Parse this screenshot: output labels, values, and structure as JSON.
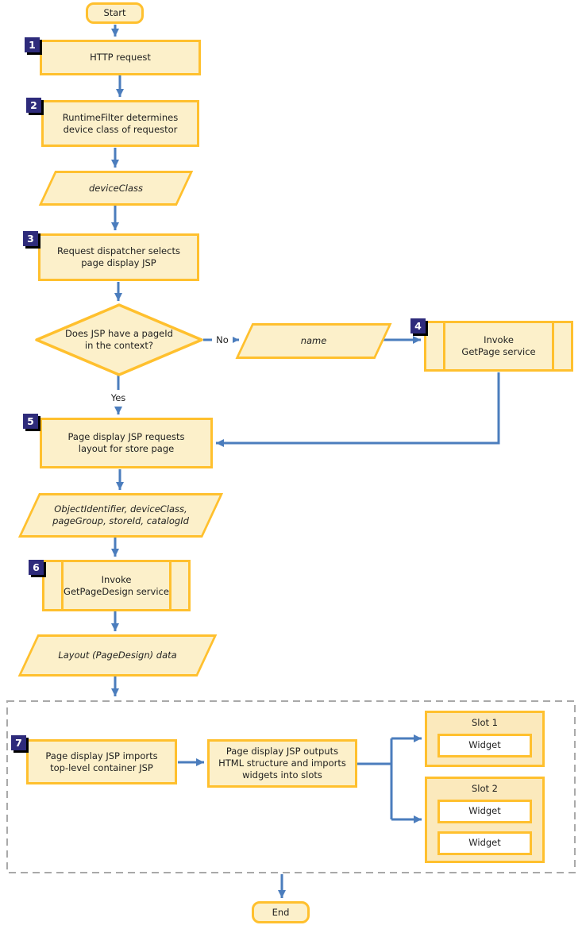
{
  "nodes": {
    "start": "Start",
    "step1": {
      "num": "1",
      "label": "HTTP request"
    },
    "step2": {
      "num": "2",
      "label": "RuntimeFilter determines\ndevice class of requestor"
    },
    "device_class_data": "deviceClass",
    "step3": {
      "num": "3",
      "label": "Request dispatcher selects\npage display JSP"
    },
    "decision": "Does JSP have a pageId\nin the context?",
    "no_label": "No",
    "yes_label": "Yes",
    "name_data": "name",
    "step4": {
      "num": "4",
      "label": "Invoke\nGetPage service"
    },
    "step5": {
      "num": "5",
      "label": "Page display JSP requests\nlayout for store page"
    },
    "params_data": "ObjectIdentifier, deviceClass,\npageGroup, storeId, catalogId",
    "step6": {
      "num": "6",
      "label": "Invoke\nGetPageDesign service"
    },
    "layout_data": "Layout (PageDesign) data",
    "step7": {
      "num": "7",
      "label": "Page display JSP imports\ntop-level container JSP"
    },
    "step8": "Page display JSP outputs\nHTML structure and imports\nwidgets into slots",
    "slot1": {
      "label": "Slot 1",
      "widgets": [
        "Widget"
      ]
    },
    "slot2": {
      "label": "Slot 2",
      "widgets": [
        "Widget",
        "Widget"
      ]
    },
    "end": "End"
  },
  "colors": {
    "node_fill": "#FCF0CA",
    "node_border": "#FFC02E",
    "slot_fill": "#FBE9BC",
    "widget_fill": "#FFFFFF",
    "badge_bg": "#2E2B7B",
    "badge_shadow": "#000000",
    "arrow": "#4B7DBD",
    "container_dash": "#A9A9A9",
    "text": "#1F1F1F"
  }
}
